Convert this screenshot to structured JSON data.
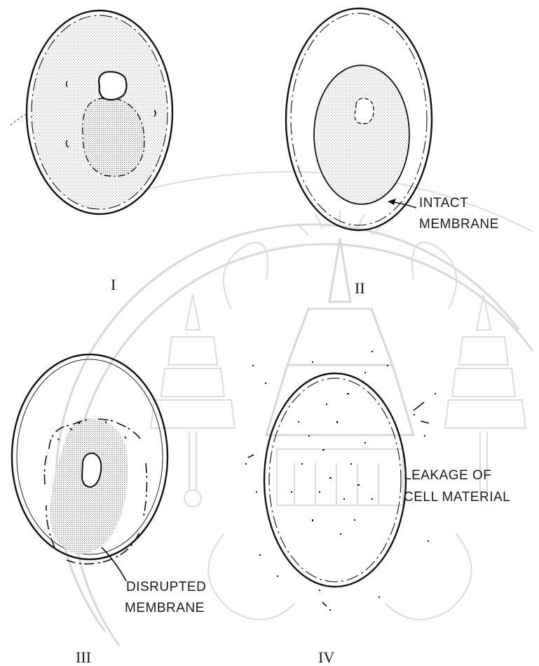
{
  "figure": {
    "panels": [
      {
        "id": "I",
        "label": "I"
      },
      {
        "id": "II",
        "label": "II",
        "callout": [
          "INTACT",
          "MEMBRANE"
        ]
      },
      {
        "id": "III",
        "label": "III",
        "callout": [
          "DISRUPTED",
          "MEMBRANE"
        ]
      },
      {
        "id": "IV",
        "label": "IV",
        "callout": [
          "LEAKAGE OF",
          "CELL MATERIAL"
        ]
      }
    ]
  },
  "colors": {
    "line": "#111111",
    "stipple": "#9a9a9a",
    "watermark": "#d4d4d4"
  }
}
